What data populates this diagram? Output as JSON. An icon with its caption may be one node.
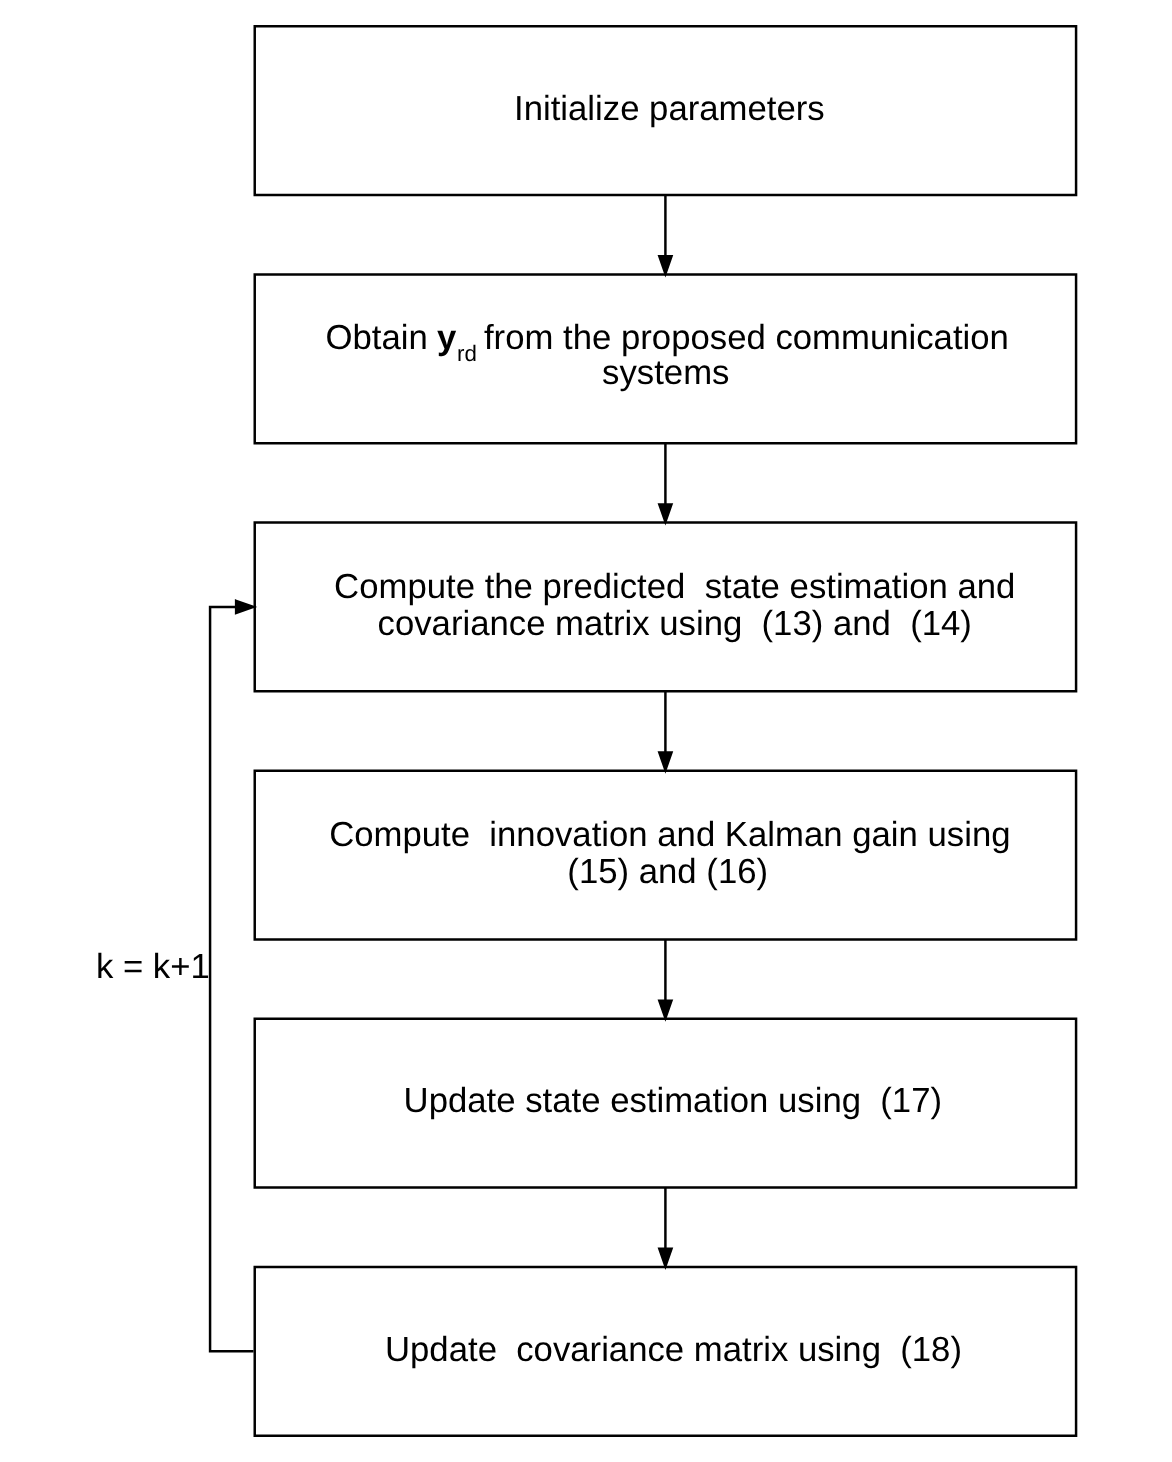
{
  "diagram": {
    "nodes": [
      {
        "text": [
          "Initialize parameters"
        ]
      },
      {
        "text": [
          "Obtain **y**$_{rd}$  from the proposed communication systems"
        ]
      },
      {
        "text": [
          "Compute the predicted  state estimation and covariance matrix using  (13) and  (14)"
        ]
      },
      {
        "text": [
          "Compute  innovation and Kalman gain using  (15) and (16)"
        ]
      },
      {
        "text": [
          "Update state estimation using  (17)"
        ]
      },
      {
        "text": [
          "Update  covariance matrix using  (18)"
        ]
      }
    ],
    "edges": [
      {
        "from": 0,
        "to": 1,
        "arrow": "to"
      },
      {
        "from": 1,
        "to": 2,
        "arrow": "to"
      },
      {
        "from": 2,
        "to": 3,
        "arrow": "to"
      },
      {
        "from": 3,
        "to": 4,
        "arrow": "to"
      },
      {
        "from": 4,
        "to": 5,
        "arrow": "to"
      },
      {
        "from": 5,
        "to": 2,
        "arrow": "to",
        "label": "k = k+1"
      }
    ]
  }
}
